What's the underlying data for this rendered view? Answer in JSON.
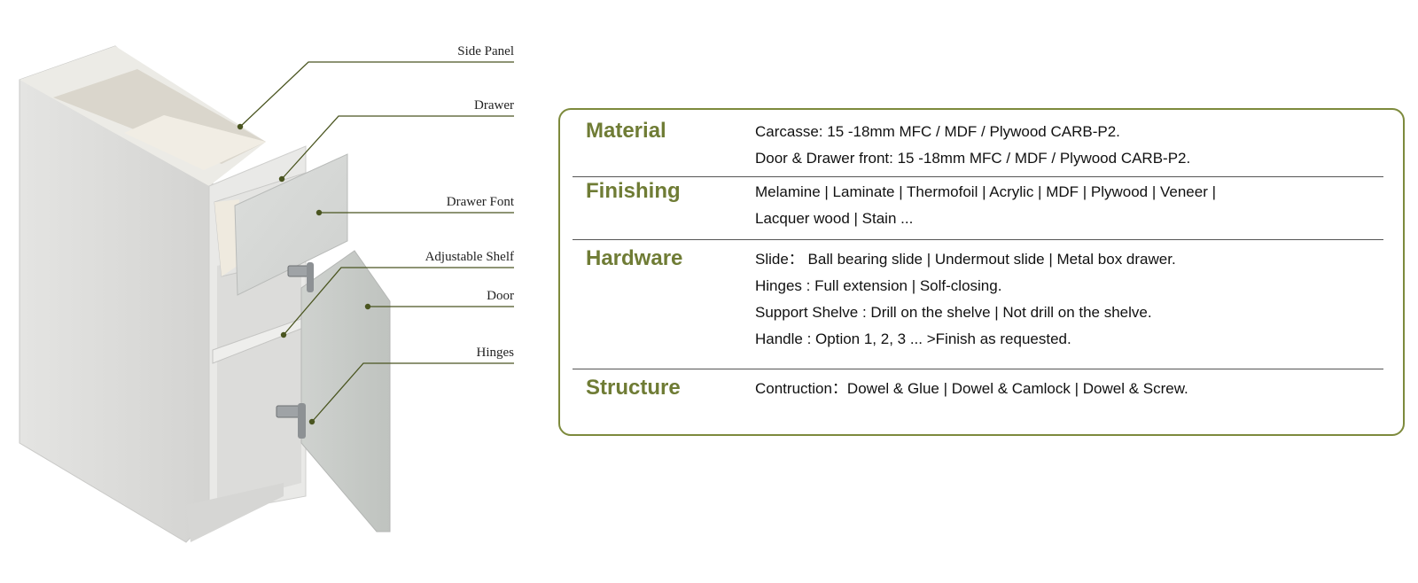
{
  "callouts": [
    {
      "id": "side-panel",
      "label": "Side Panel"
    },
    {
      "id": "drawer",
      "label": "Drawer"
    },
    {
      "id": "drawer-font",
      "label": "Drawer Font"
    },
    {
      "id": "adjustable-shelf",
      "label": "Adjustable Shelf"
    },
    {
      "id": "door",
      "label": "Door"
    },
    {
      "id": "hinges",
      "label": "Hinges"
    }
  ],
  "specs": [
    {
      "title": "Material",
      "lines": [
        "Carcasse: 15 -18mm MFC / MDF / Plywood CARB-P2.",
        "Door & Drawer front: 15 -18mm MFC / MDF / Plywood CARB-P2."
      ]
    },
    {
      "title": "Finishing",
      "lines": [
        "Melamine | Laminate | Thermofoil | Acrylic | MDF | Plywood | Veneer |",
        "Lacquer wood | Stain ..."
      ]
    },
    {
      "title": "Hardware",
      "lines": [
        "Slide： Ball bearing slide | Undermout slide |  Metal box drawer.",
        "Hinges : Full extension | Solf-closing.",
        "Support Shelve : Drill on the shelve | Not drill on the shelve.",
        "Handle : Option 1, 2, 3 ... >Finish as requested."
      ]
    },
    {
      "title": "Structure",
      "lines": [
        "Contruction：Dowel & Glue | Dowel & Camlock |  Dowel & Screw."
      ]
    }
  ],
  "colors": {
    "accent": "#6f7c35",
    "border": "#7d8a3c",
    "leader": "#4a5520"
  }
}
